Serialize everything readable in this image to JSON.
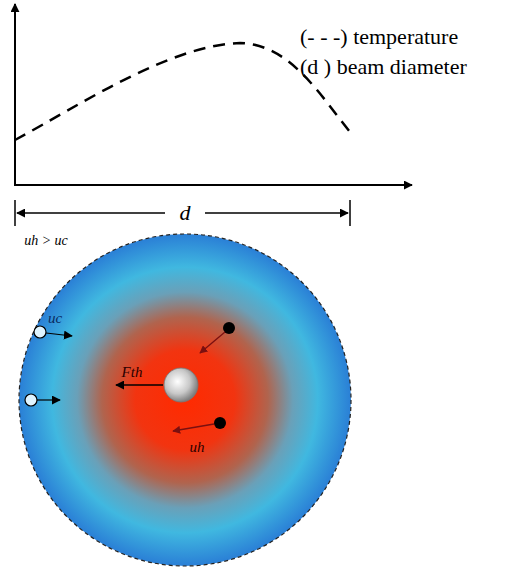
{
  "diagram": {
    "labels": [
      "(- - -) temperature",
      "(d ) beam diameter",
      "d",
      "uh > uc",
      "uc",
      "Fth",
      "uh"
    ]
  }
}
